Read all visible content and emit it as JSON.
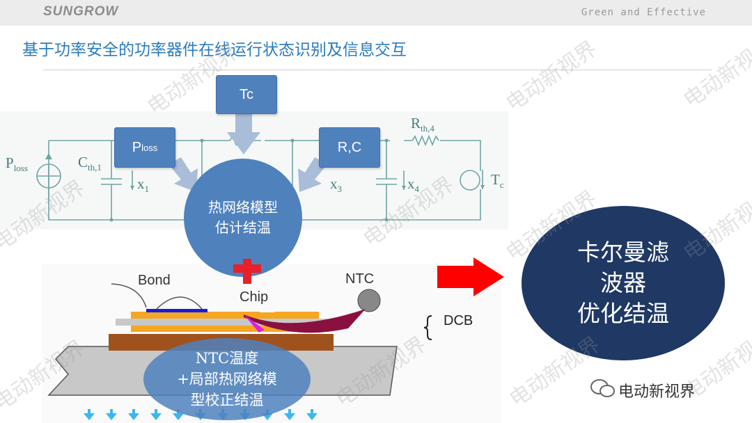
{
  "header": {
    "logo": "SUNGROW",
    "tagline": "Green and Effective"
  },
  "title": "基于功率安全的功率器件在线运行状态识别及信息交互",
  "circuit": {
    "labels": {
      "ploss": "P",
      "ploss_sub": "loss",
      "cth1": "C",
      "cth1_sub": "th,1",
      "x1": "x",
      "x1_sub": "1",
      "x3": "x",
      "x3_sub": "3",
      "x4": "x",
      "x4_sub": "4",
      "rth4": "R",
      "rth4_sub": "th,4",
      "tc": "T",
      "tc_sub": "c"
    }
  },
  "boxes": {
    "tc": "Tc",
    "ploss": "P",
    "ploss_sub": "loss",
    "rc": "R,C"
  },
  "thermal_model": [
    "热网络模型",
    "估计结温"
  ],
  "plus": "+",
  "module": {
    "bond": "Bond",
    "chip": "Chip",
    "ntc": "NTC",
    "dcb": "DCB"
  },
  "ntc_ellipse": [
    "NTC温度",
    "+局部热网络模",
    "型校正结温"
  ],
  "kalman": [
    "卡尔曼滤",
    "波器",
    "优化结温"
  ],
  "watermark": "电动新视界",
  "footer_brand": "电动新视界",
  "colors": {
    "accent": "#4f81bd",
    "title": "#2a7bbf",
    "arrow": "#ff0000",
    "dark_circle": "#1f3864"
  }
}
